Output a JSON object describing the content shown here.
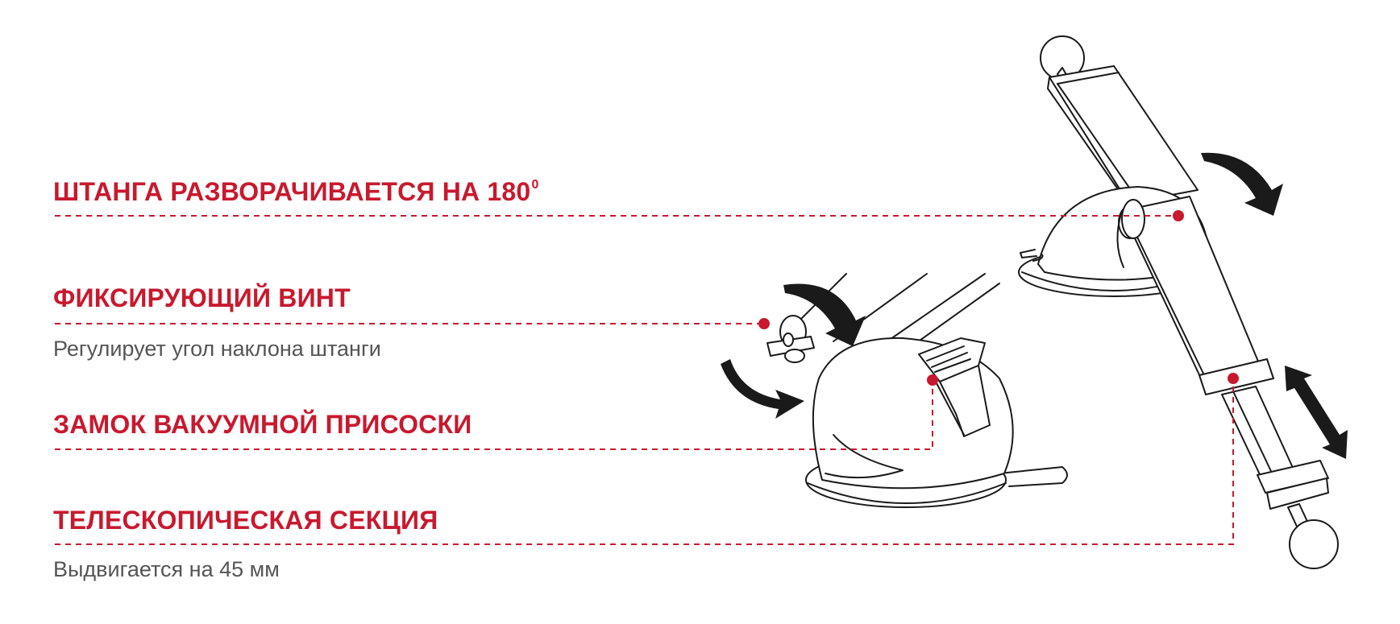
{
  "callouts": [
    {
      "id": "rotate",
      "title": "ШТАНГА РАЗВОРАЧИВАЕТСЯ НА 180",
      "title_sup": "0",
      "subtitle": ""
    },
    {
      "id": "screw",
      "title": "ФИКСИРУЮЩИЙ ВИНТ",
      "subtitle": "Регулирует угол наклона штанги"
    },
    {
      "id": "suction-lock",
      "title": "ЗАМОК ВАКУУМНОЙ ПРИСОСКИ",
      "subtitle": ""
    },
    {
      "id": "telescopic",
      "title": "ТЕЛЕСКОПИЧЕСКАЯ СЕКЦИЯ",
      "subtitle": "Выдвигается на 45 мм"
    }
  ],
  "colors": {
    "accent": "#c8192e",
    "subtitle_text": "#555555",
    "line_art": "#1a1a1a",
    "arrow_fill": "#1a1a1a"
  },
  "icons": {
    "rotation_arrow": "curved-arrow-icon",
    "extend_arrow": "double-headed-arrow-icon"
  }
}
